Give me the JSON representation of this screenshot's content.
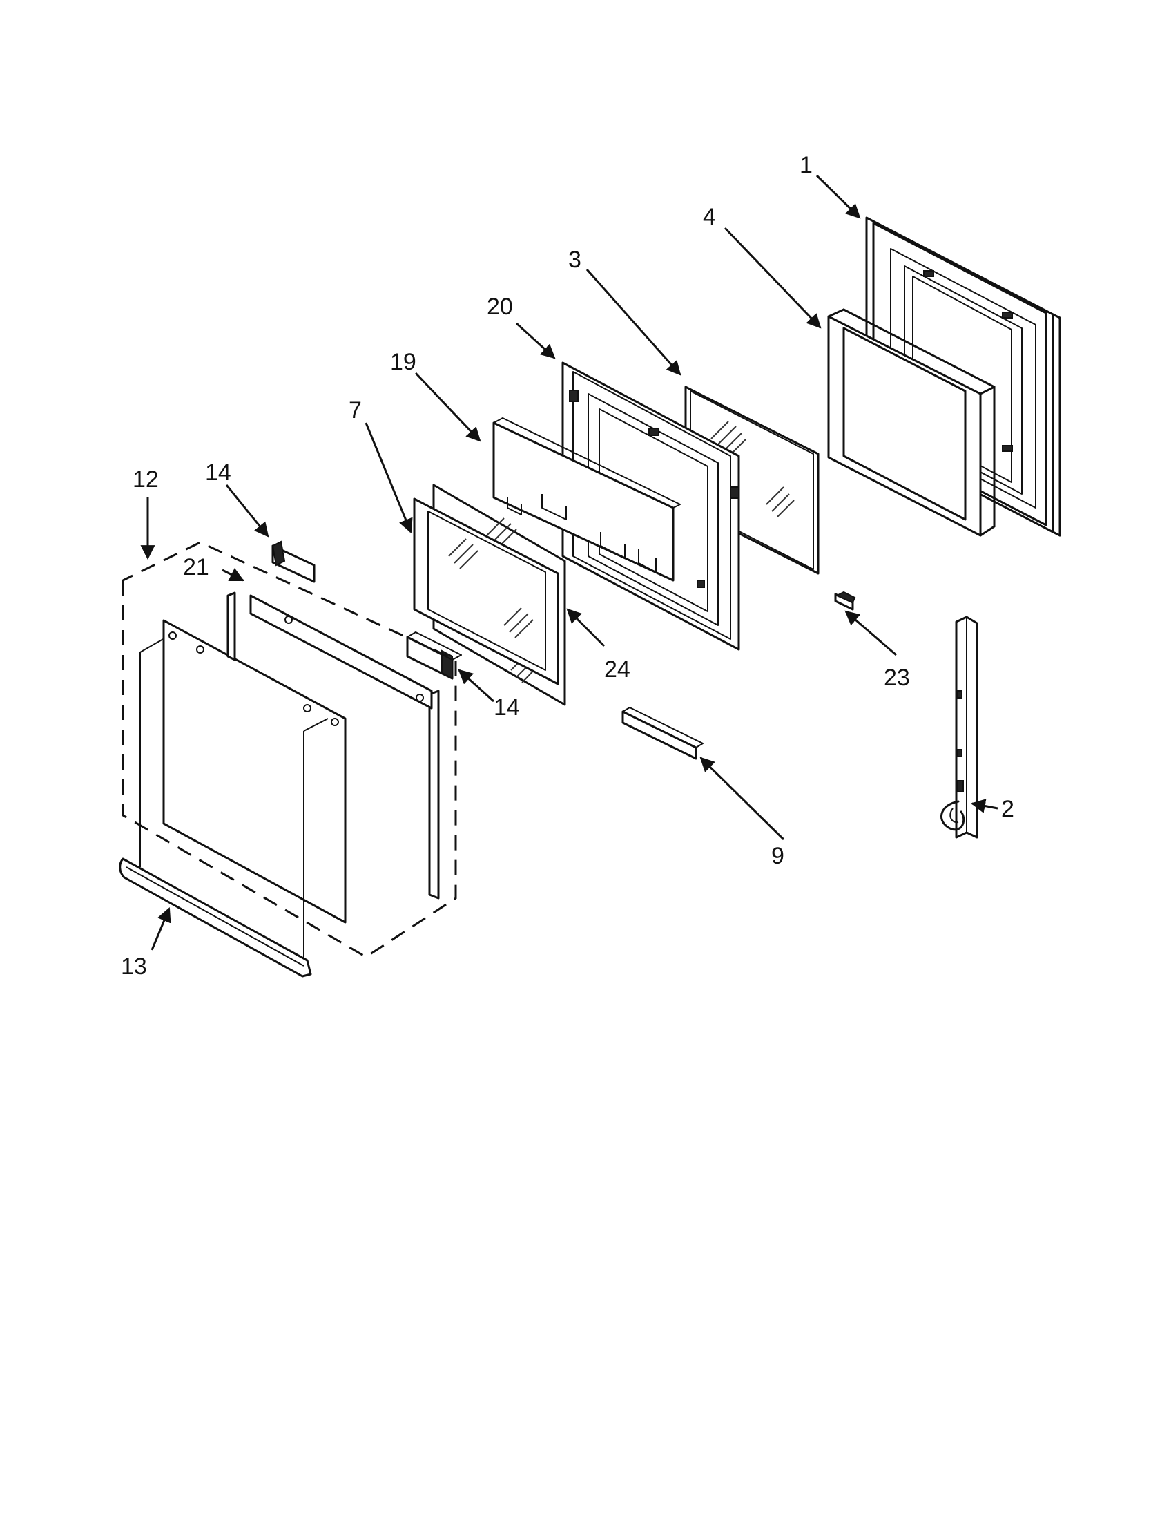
{
  "callouts": [
    {
      "id": "c1",
      "label": "1"
    },
    {
      "id": "c2",
      "label": "2"
    },
    {
      "id": "c3",
      "label": "3"
    },
    {
      "id": "c4",
      "label": "4"
    },
    {
      "id": "c7",
      "label": "7"
    },
    {
      "id": "c9",
      "label": "9"
    },
    {
      "id": "c12",
      "label": "12"
    },
    {
      "id": "c13",
      "label": "13"
    },
    {
      "id": "c14a",
      "label": "14"
    },
    {
      "id": "c14b",
      "label": "14"
    },
    {
      "id": "c19",
      "label": "19"
    },
    {
      "id": "c20",
      "label": "20"
    },
    {
      "id": "c21",
      "label": "21"
    },
    {
      "id": "c23",
      "label": "23"
    },
    {
      "id": "c24",
      "label": "24"
    }
  ]
}
